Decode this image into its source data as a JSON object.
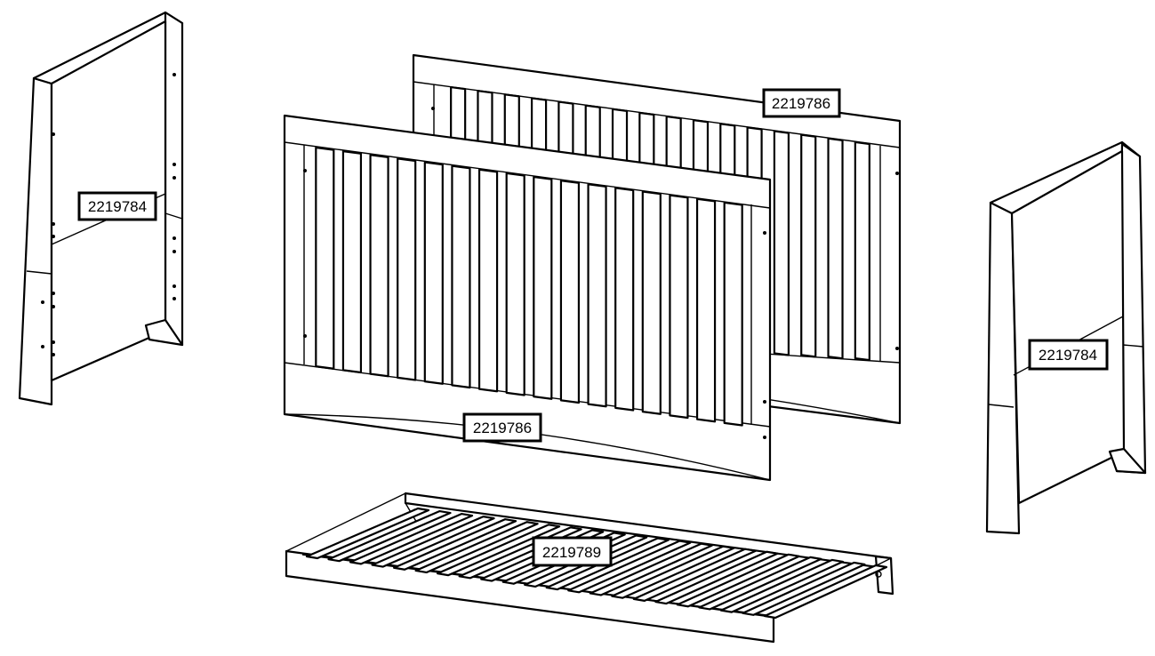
{
  "parts": [
    {
      "id": "left-end-panel",
      "part_number": "2219784"
    },
    {
      "id": "back-side-rail",
      "part_number": "2219786"
    },
    {
      "id": "front-side-rail",
      "part_number": "2219786"
    },
    {
      "id": "right-end-panel",
      "part_number": "2219784"
    },
    {
      "id": "mattress-base",
      "part_number": "2219789"
    }
  ]
}
